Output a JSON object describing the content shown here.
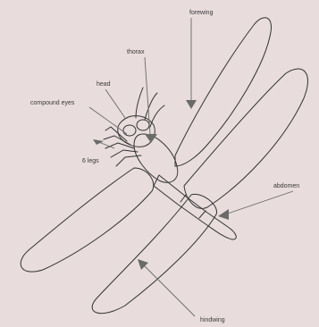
{
  "labels": {
    "forewing": "forewing",
    "thorax": "thorax",
    "head": "head",
    "compound_eyes": "compound eyes",
    "legs": "6 legs",
    "abdomen": "abdomen",
    "hindwing": "hindwing"
  },
  "colors": {
    "background": "#e8dcdc",
    "outline": "#333333",
    "leader": "#6a6a6a"
  }
}
